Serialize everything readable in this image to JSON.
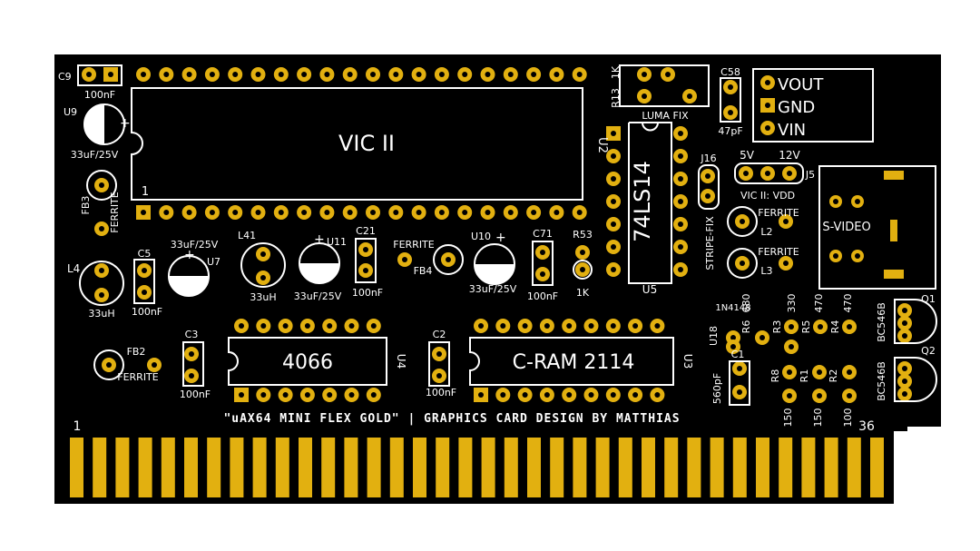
{
  "colors": {
    "board": "#000000",
    "silk": "#ffffff",
    "copper": "#e2b010",
    "hole": "#000000"
  },
  "ics": {
    "vic": {
      "label": "VIC II",
      "ref": "U2",
      "pin1": "1"
    },
    "u5": {
      "label": "74LS14",
      "ref": "U5"
    },
    "u4": {
      "label": "4066",
      "ref": "U4"
    },
    "u3": {
      "label": "C-RAM 2114",
      "ref": "U3"
    }
  },
  "labels": {
    "c9": "C9",
    "c9_val": "100nF",
    "u9": "U9",
    "u9_val": "33uF/25V",
    "fb3": "FB3",
    "fb3_val": "FERRITE",
    "l4": "L4",
    "l4_val": "33uH",
    "c5": "C5",
    "c5_val": "100nF",
    "u7": "U7",
    "u7_val": "33uF/25V",
    "l41": "L41",
    "l41_val": "33uH",
    "u11": "U11",
    "u11_val": "33uF/25V",
    "c21": "C21",
    "c21_val": "100nF",
    "fb4": "FB4",
    "fb4_val": "FERRITE",
    "u10": "U10",
    "u10_val": "33uF/25V",
    "c71": "C71",
    "c71_val": "100nF",
    "r53": "R53",
    "r53_val": "1K",
    "r13": "R13",
    "r13_val": "1K",
    "luma": "LUMA FIX",
    "c58": "C58",
    "c58_val": "47pF",
    "vout": "VOUT",
    "gnd": "GND",
    "vin": "VIN",
    "j16": "J16",
    "stripe": "STRIPE-FIX",
    "v5": "5V",
    "v12": "12V",
    "j5": "J5",
    "vic_vdd": "VIC II: VDD",
    "l2": "L2",
    "l2_val": "FERRITE",
    "l3": "L3",
    "l3_val": "FERRITE",
    "svideo": "S-VIDEO",
    "q1": "Q1",
    "q1_val": "BC546B",
    "q2": "Q2",
    "q2_val": "BC546B",
    "d1n": "1N4148",
    "u18": "U18",
    "r6": "R6",
    "r6_val": "680",
    "r3": "R3",
    "r3_val": "330",
    "r5": "R5",
    "r5_val": "470",
    "r4": "R4",
    "r4_val": "470",
    "c1": "C1",
    "c1_val": "560pF",
    "r8": "R8",
    "r8_val": "150",
    "r1": "R1",
    "r1_val": "150",
    "r2": "R2",
    "r2_val": "100",
    "fb2": "FB2",
    "fb2_val": "FERRITE",
    "c3": "C3",
    "c3_val": "100nF",
    "c2": "C2",
    "c2_val": "100nF",
    "pin_first": "1",
    "pin_last": "36",
    "credit": "\"uAX64 MINI FLEX GOLD\"  |  GRAPHICS CARD  DESIGN BY MATTHIAS"
  }
}
